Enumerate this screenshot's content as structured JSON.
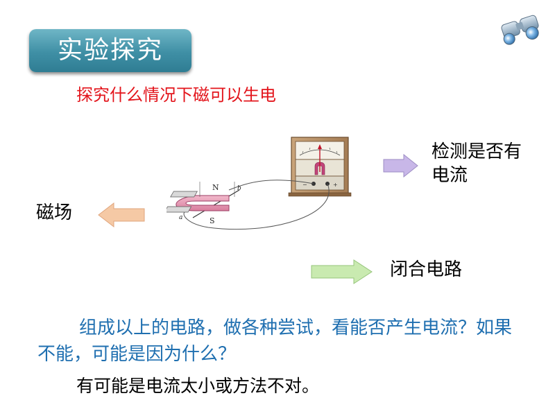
{
  "header": {
    "title": "实验探究",
    "subtitle": "探究什么情况下磁可以生电"
  },
  "diagram": {
    "detect_label": "检测是否有电流",
    "field_label": "磁场",
    "circuit_label": "闭合电路",
    "magnet_n": "N",
    "magnet_s": "S",
    "wire_a": "a",
    "wire_b": "b"
  },
  "body": {
    "question": "组成以上的电路，做各种尝试，看能否产生电流？如果不能，可能是因为什么？",
    "answer": "有可能是电流太小或方法不对。"
  },
  "icons": {
    "binoculars": "binoculars-icon"
  },
  "colors": {
    "title_bg": "#3f8fa5",
    "subtitle": "#e3141b",
    "question": "#1f6fb0",
    "arrow_purple": "#c8b7e8",
    "arrow_orange": "#f5c9a5",
    "arrow_green": "#c9eab0"
  }
}
